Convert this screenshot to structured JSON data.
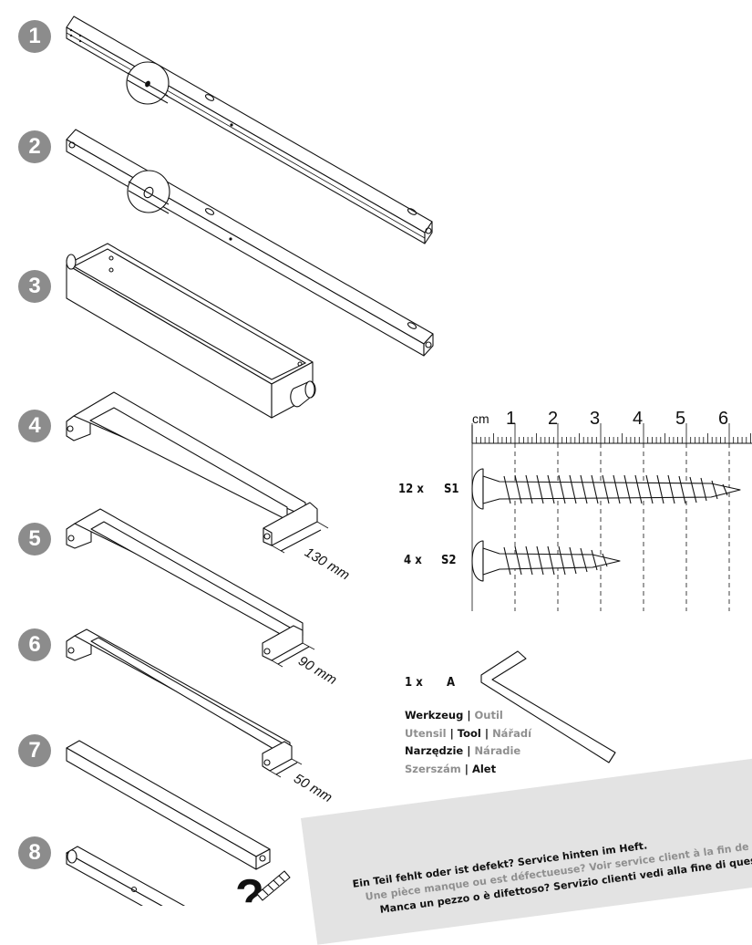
{
  "parts": [
    {
      "number": "1",
      "dimension": ""
    },
    {
      "number": "2",
      "dimension": ""
    },
    {
      "number": "3",
      "dimension": ""
    },
    {
      "number": "4",
      "dimension": ""
    },
    {
      "number": "5",
      "dimension": "130 mm"
    },
    {
      "number": "6",
      "dimension": "90 mm"
    },
    {
      "number": "7",
      "dimension": "50 mm"
    },
    {
      "number": "8",
      "dimension": ""
    }
  ],
  "ruler": {
    "unit": "cm",
    "marks": [
      "1",
      "2",
      "3",
      "4",
      "5",
      "6"
    ]
  },
  "hardware": [
    {
      "qty": "12 x",
      "code": "S1"
    },
    {
      "qty": "4 x",
      "code": "S2"
    },
    {
      "qty": "1 x",
      "code": "A"
    }
  ],
  "tool_words": {
    "w1": "Werkzeug",
    "w2": "Outil",
    "w3": "Utensil",
    "w4": "Tool",
    "w5": "Nářadí",
    "w6": "Narzędzie",
    "w7": "Náradie",
    "w8": "Szerszám",
    "w9": "Alet",
    "sep": " | "
  },
  "service": {
    "de": "Ein Teil fehlt oder ist defekt? Service hinten im Heft.",
    "fr": "Une pièce manque ou est défectueuse? Voir service client à la fin de ce livret.",
    "it": "Manca un pezzo o è difettoso? Servizio clienti vedi alla fine di questo manuale."
  },
  "colors": {
    "badge": "#8c8c8c",
    "banner": "#e3e3e3",
    "grey_text": "#8f8f8f"
  }
}
